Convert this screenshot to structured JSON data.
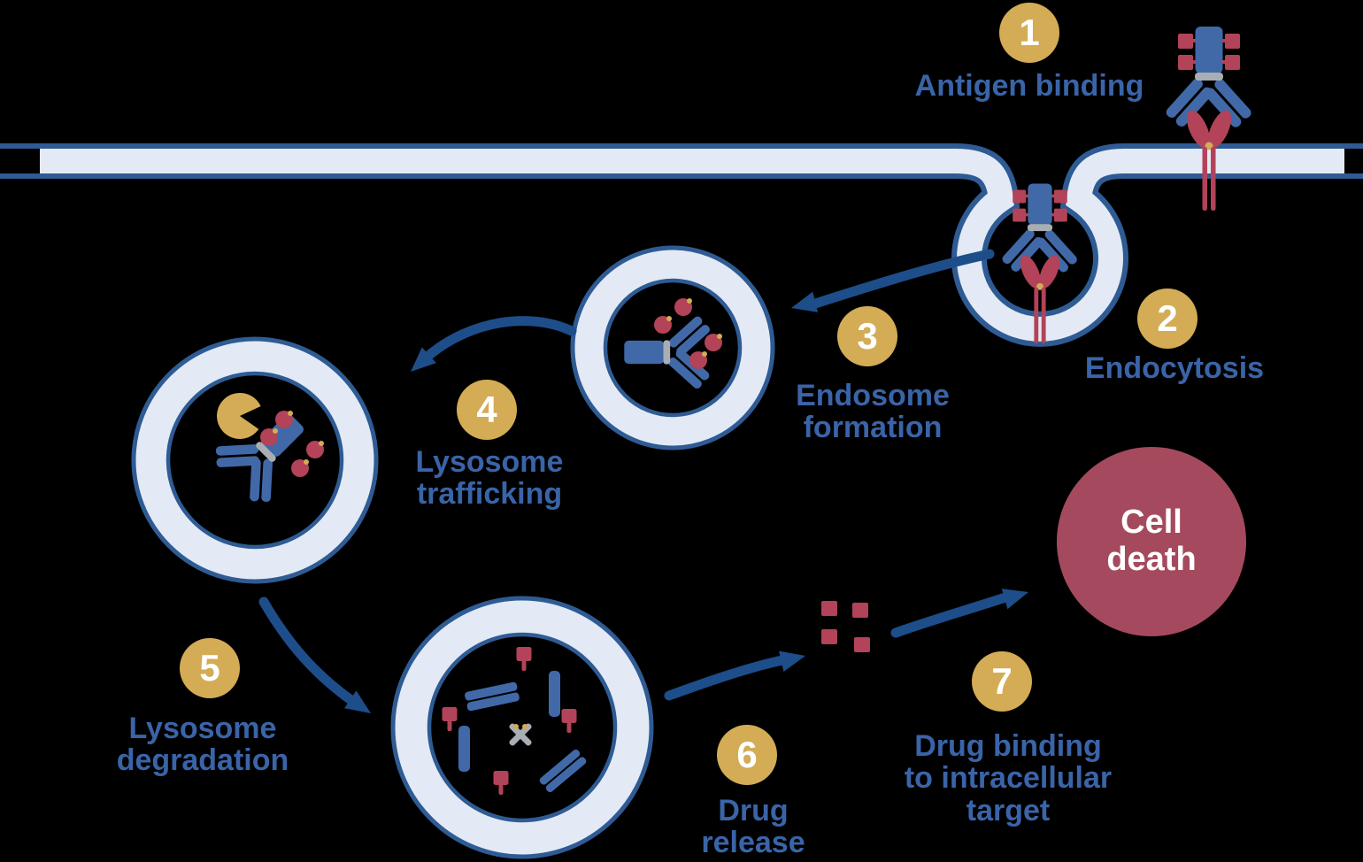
{
  "steps": [
    {
      "number": "1",
      "label": "Antigen binding"
    },
    {
      "number": "2",
      "label": "Endocytosis"
    },
    {
      "number": "3",
      "label": "Endosome\nformation"
    },
    {
      "number": "4",
      "label": "Lysosome\ntrafficking"
    },
    {
      "number": "5",
      "label": "Lysosome\ndegradation"
    },
    {
      "number": "6",
      "label": "Drug\nrelease"
    },
    {
      "number": "7",
      "label": "Drug binding\nto intracellular\ntarget"
    }
  ],
  "cell_death": {
    "label": "Cell\ndeath"
  },
  "colors": {
    "background": "#000000",
    "membrane_fill": "#e3eaf5",
    "membrane_outline": "#2f5b94",
    "arrow": "#1d4e8a",
    "label_text": "#3a64a8",
    "step_badge": "#d3ac55",
    "badge_number": "#ffffff",
    "antibody": "#4169a8",
    "payload_drug": "#b24358",
    "linker_gray": "#a8aeb4",
    "lysosome_gold": "#d3ac55",
    "cell_death_fill": "#a54a5e",
    "cell_death_text": "#ffffff"
  },
  "icons": [
    "cell-membrane-icon",
    "antibody-drug-conjugate-icon",
    "antigen-receptor-icon",
    "endocytosis-pit-icon",
    "endosome-vesicle-icon",
    "lysosome-pacman-icon",
    "degraded-antibody-fragments-icon",
    "drug-molecule-icon",
    "cell-death-circle-icon",
    "flow-arrow-icon"
  ]
}
